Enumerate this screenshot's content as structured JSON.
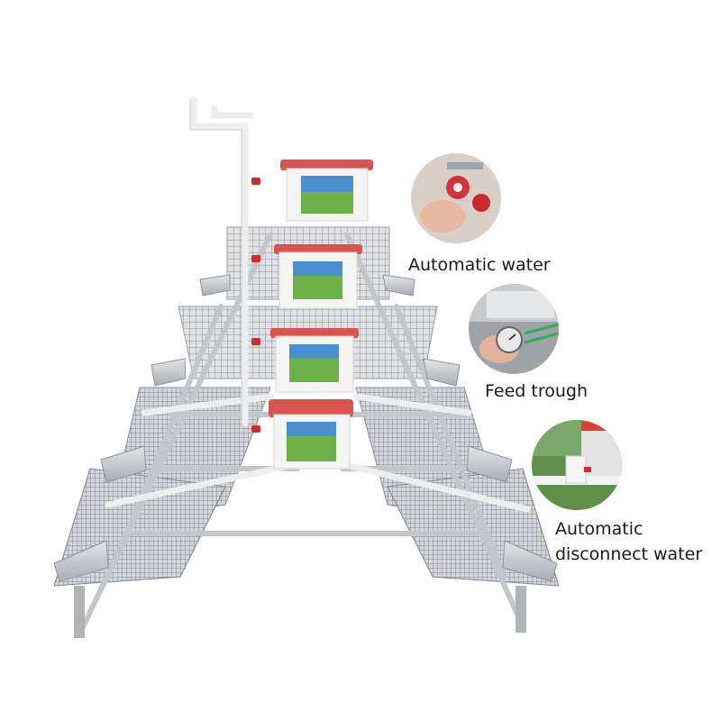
{
  "callouts": {
    "automatic_water": "Automatic water",
    "feed_trough": "Feed trough",
    "automatic_disconnect_water_line1": "Automatic",
    "automatic_disconnect_water_line2": "disconnect water"
  },
  "colors": {
    "background": "#ffffff",
    "galvanized_steel": "#b9bec3",
    "mesh": "#8c9197",
    "bucket_body": "#f4f4f2",
    "bucket_lid": "#d9534f",
    "pipe": "#eeeeee",
    "valve_red": "#d62b2b",
    "label_green": "#6fb24a",
    "label_blue": "#4a8fd0"
  },
  "photos": [
    {
      "subject": "water nipple drinker",
      "icon": "nipple-drinker-icon"
    },
    {
      "subject": "feed trough with gauge",
      "icon": "trough-gauge-icon"
    },
    {
      "subject": "water line disconnect valve",
      "icon": "disconnect-valve-icon"
    }
  ]
}
